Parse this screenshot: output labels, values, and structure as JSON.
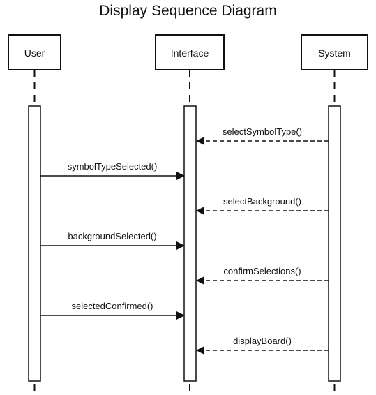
{
  "diagram": {
    "title": "Display Sequence Diagram",
    "participants": [
      {
        "label": "User"
      },
      {
        "label": "Interface"
      },
      {
        "label": "System"
      }
    ],
    "messages": [
      {
        "label": "selectSymbolType()",
        "from": "System",
        "to": "Interface",
        "style": "dashed"
      },
      {
        "label": "symbolTypeSelected()",
        "from": "User",
        "to": "Interface",
        "style": "solid"
      },
      {
        "label": "selectBackground()",
        "from": "System",
        "to": "Interface",
        "style": "dashed"
      },
      {
        "label": "backgroundSelected()",
        "from": "User",
        "to": "Interface",
        "style": "solid"
      },
      {
        "label": "confirmSelections()",
        "from": "System",
        "to": "Interface",
        "style": "dashed"
      },
      {
        "label": "selectedConfirmed()",
        "from": "User",
        "to": "Interface",
        "style": "solid"
      },
      {
        "label": "displayBoard()",
        "from": "System",
        "to": "Interface",
        "style": "dashed"
      }
    ]
  }
}
